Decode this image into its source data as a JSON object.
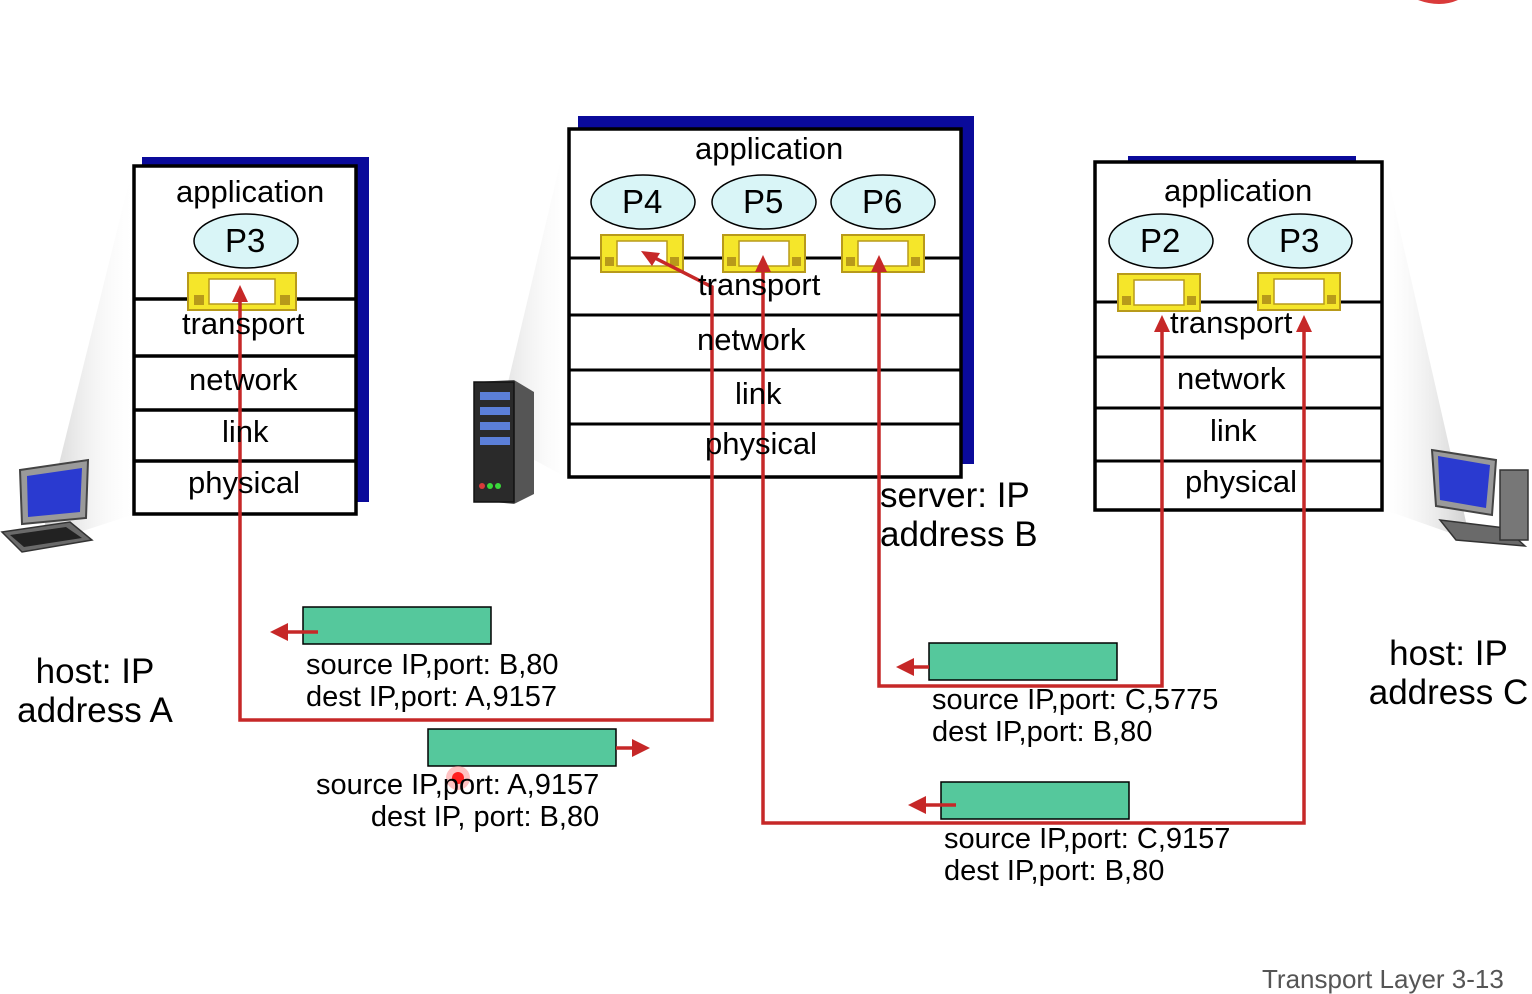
{
  "layers": {
    "application": "application",
    "transport": "transport",
    "network": "network",
    "link": "link",
    "physical": "physical"
  },
  "hosts": {
    "a": {
      "label_line1": "host: IP",
      "label_line2": "address A",
      "processes": [
        "P3"
      ]
    },
    "server": {
      "label_line1": "server: IP",
      "label_line2": "address B",
      "processes": [
        "P4",
        "P5",
        "P6"
      ]
    },
    "c": {
      "label_line1": "host: IP",
      "label_line2": "address C",
      "processes": [
        "P2",
        "P3"
      ]
    }
  },
  "segments": [
    {
      "source": "source IP,port: B,80",
      "dest": "dest IP,port: A,9157"
    },
    {
      "source": "source IP,port: A,9157",
      "dest": "dest IP, port: B,80"
    },
    {
      "source": "source IP,port: C,5775",
      "dest": "dest IP,port: B,80"
    },
    {
      "source": "source IP,port: C,9157",
      "dest": "dest IP,port: B,80"
    }
  ],
  "footer": "Transport Layer 3-13",
  "colors": {
    "stack_shadow": "#0a0a9a",
    "process_fill": "#d9f5f7",
    "socket_fill": "#f5e62a",
    "socket_border": "#b89a1a",
    "segment_fill": "#55c89c",
    "path": "#c62828"
  }
}
